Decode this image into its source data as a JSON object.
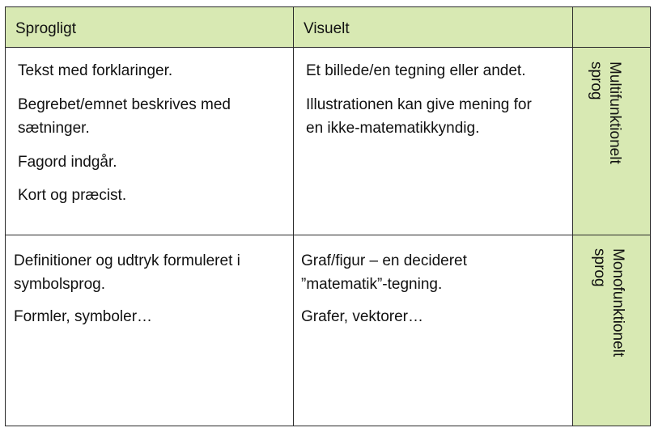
{
  "headers": {
    "col1": "Sprogligt",
    "col2": "Visuelt",
    "col3": ""
  },
  "rows": [
    {
      "label_line1": "Multifunktionelt",
      "label_line2": "sprog",
      "col1": [
        "Tekst med forklaringer.",
        "Begrebet/emnet beskrives med",
        "sætninger.",
        "Fagord indgår.",
        "Kort og præcist."
      ],
      "col2": [
        "Et billede/en tegning eller andet.",
        "Illustrationen kan give mening for",
        "en ikke-matematikkyndig."
      ]
    },
    {
      "label_line1": "Monofunktionelt",
      "label_line2": "sprog",
      "col1": [
        "Definitioner og udtryk formuleret i",
        "symbolsprog.",
        "Formler, symboler…"
      ],
      "col2": [
        "Graf/figur – en decideret",
        "”matematik”-tegning.",
        "Grafer, vektorer…"
      ]
    }
  ],
  "colors": {
    "header_bg": "#d8e9b3",
    "border": "#2b2b2b"
  }
}
